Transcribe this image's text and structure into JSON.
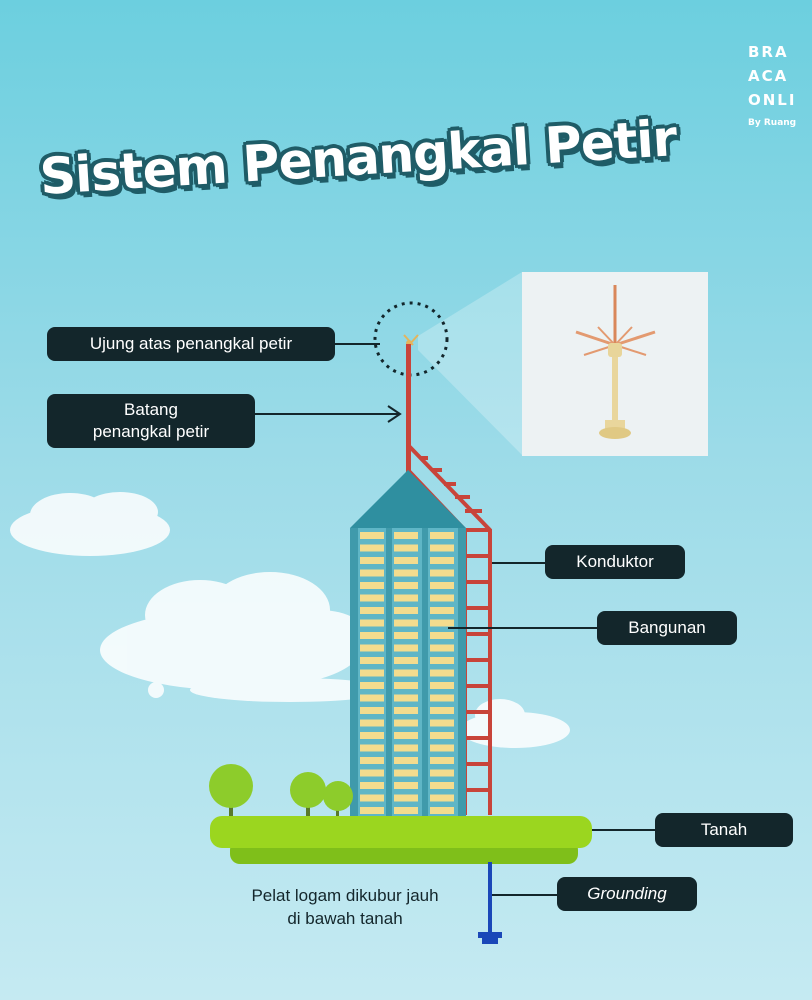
{
  "title": "Sistem Penangkal Petir",
  "logo": {
    "line1": "BRA",
    "line2": "ACA",
    "line3": "ONLI",
    "byline": "By Ruang"
  },
  "labels": {
    "tip": "Ujung atas penangkal petir",
    "rod_line1": "Batang",
    "rod_line2": "penangkal petir",
    "conductor": "Konduktor",
    "building": "Bangunan",
    "ground": "Tanah",
    "grounding": "Grounding"
  },
  "ground_note": {
    "line1": "Pelat logam dikubur jauh",
    "line2": "di bawah tanah"
  },
  "colors": {
    "background_top": "#6ccfdf",
    "label_bg": "#13262b",
    "conductor": "#c8443a",
    "building": "#5fb6c6",
    "windows": "#f3dc8e",
    "grass": "#9bd61f",
    "grounding_wire": "#1a47b8"
  }
}
